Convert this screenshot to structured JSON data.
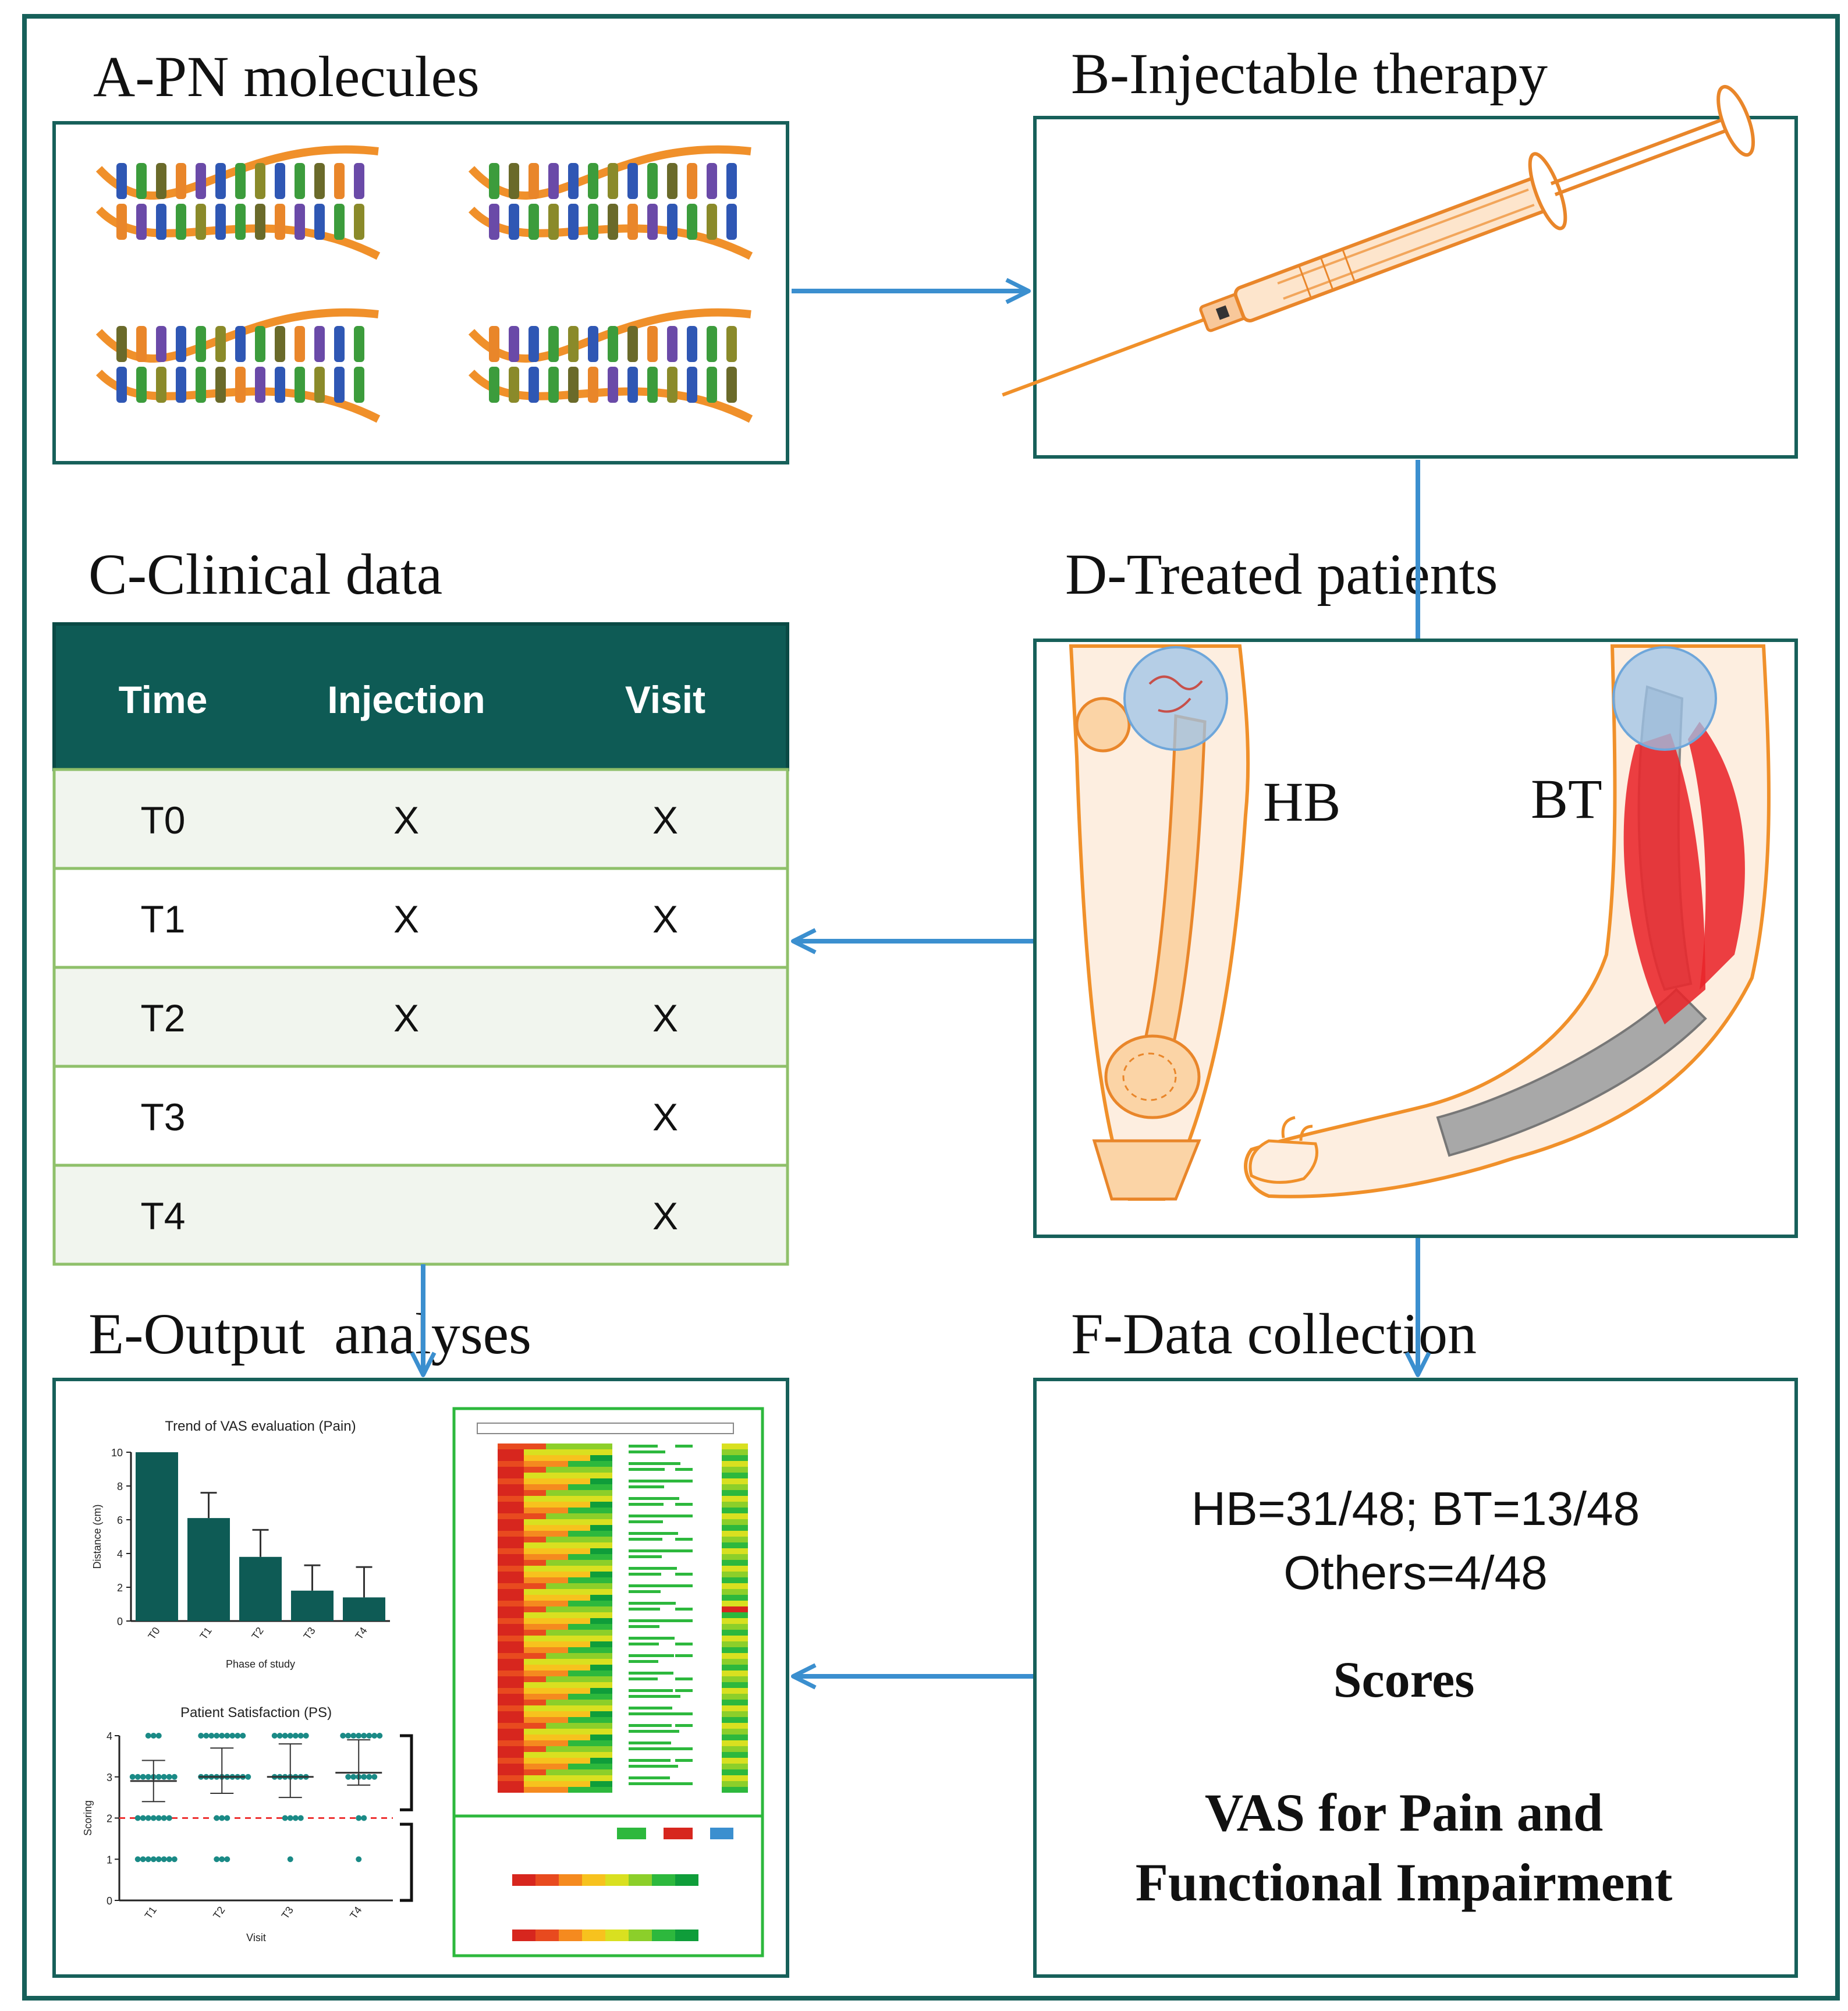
{
  "panels": {
    "a_title": "A-PN molecules",
    "b_title": "B-Injectable therapy",
    "c_title": "C-Clinical data",
    "d_title": "D-Treated patients",
    "e_title": "E-Output  analyses",
    "f_title": "F-Data collection"
  },
  "table": {
    "headers": [
      "Time",
      "Injection",
      "Visit"
    ],
    "rows": [
      [
        "T0",
        "X",
        "X"
      ],
      [
        "T1",
        "X",
        "X"
      ],
      [
        "T2",
        "X",
        "X"
      ],
      [
        "T3",
        "",
        "X"
      ],
      [
        "T4",
        "",
        "X"
      ]
    ]
  },
  "patients": {
    "hb_label": "HB",
    "bt_label": "BT"
  },
  "collection": {
    "line1": "HB=31/48; BT=13/48",
    "line2": "Others=4/48",
    "scores": "Scores",
    "vas_line1": "VAS for Pain and",
    "vas_line2": "Functional Impairment"
  },
  "chart_data": [
    {
      "type": "bar",
      "title": "Trend of VAS evaluation (Pain)",
      "xlabel": "Phase of study",
      "ylabel": "Distance (cm)",
      "categories": [
        "T0",
        "T1",
        "T2",
        "T3",
        "T4"
      ],
      "values": [
        10,
        6.1,
        3.8,
        1.8,
        1.4
      ],
      "errors": [
        0,
        1.5,
        1.6,
        1.5,
        1.8
      ],
      "yticks": [
        "0",
        "2",
        "4",
        "6",
        "8",
        "10"
      ],
      "ylim": [
        0,
        10
      ]
    },
    {
      "type": "scatter",
      "title": "Patient Satisfaction (PS)",
      "xlabel": "Visit",
      "ylabel": "Scoring",
      "categories": [
        "T1",
        "T2",
        "T3",
        "T4"
      ],
      "yticks": [
        "0",
        "1",
        "2",
        "3",
        "4"
      ],
      "ylim": [
        0,
        4
      ],
      "groups": [
        {
          "category": "T1",
          "values": [
            4,
            4,
            4,
            3,
            3,
            3,
            3,
            3,
            3,
            3,
            3,
            3,
            2,
            2,
            2,
            2,
            2,
            2,
            2,
            1,
            1,
            1,
            1,
            1,
            1,
            1,
            1
          ],
          "mean": 2.9,
          "low": 2.4,
          "high": 3.4
        },
        {
          "category": "T2",
          "values": [
            4,
            4,
            4,
            4,
            4,
            4,
            4,
            4,
            4,
            3,
            3,
            3,
            3,
            3,
            3,
            3,
            3,
            3,
            3,
            2,
            2,
            2,
            1,
            1,
            1
          ],
          "mean": 3.0,
          "low": 2.6,
          "high": 3.7
        },
        {
          "category": "T3",
          "values": [
            4,
            4,
            4,
            4,
            4,
            4,
            4,
            3,
            3,
            3,
            3,
            3,
            3,
            3,
            2,
            2,
            2,
            2,
            1
          ],
          "mean": 3.0,
          "low": 2.5,
          "high": 3.8
        },
        {
          "category": "T4",
          "values": [
            4,
            4,
            4,
            4,
            4,
            4,
            4,
            4,
            3,
            3,
            3,
            3,
            3,
            3,
            2,
            2,
            1
          ],
          "mean": 3.1,
          "low": 2.8,
          "high": 3.9
        }
      ],
      "threshold": 2
    },
    {
      "type": "heatmap",
      "palette": [
        "#d7261e",
        "#e84a1f",
        "#f58a1f",
        "#f7c21e",
        "#d9e020",
        "#8ccf2a",
        "#2db83d",
        "#0f9d3a"
      ],
      "colors": {
        "red": "#d7261e",
        "green": "#2db83d"
      }
    }
  ]
}
